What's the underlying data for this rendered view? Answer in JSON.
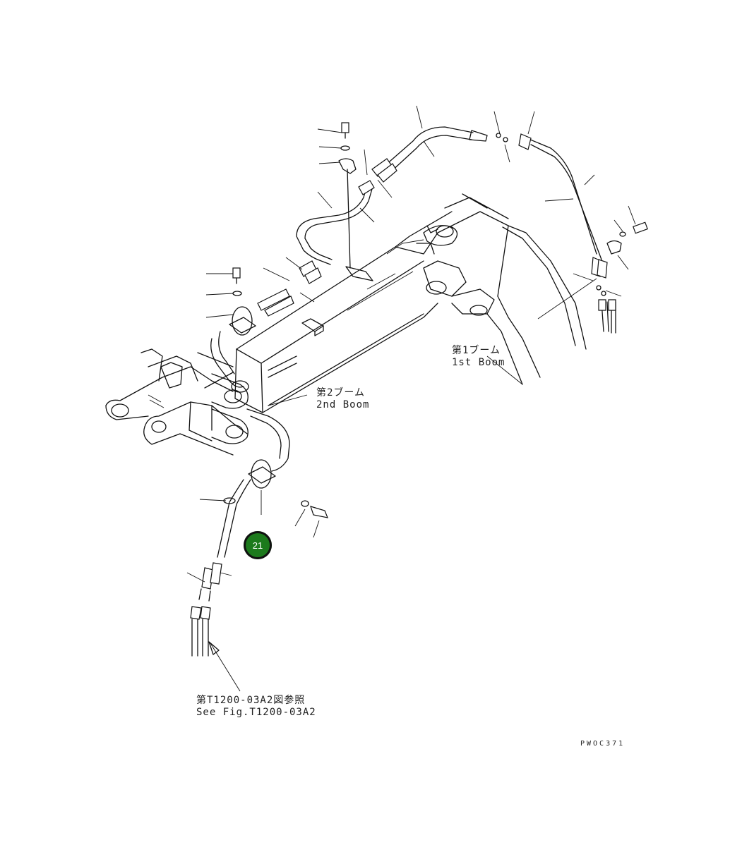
{
  "labels": {
    "boom1_jp": "第1ブーム",
    "boom1_en": "1st Boom",
    "boom2_jp": "第2ブーム",
    "boom2_en": "2nd Boom",
    "ref_jp": "第T1200-03A2図参照",
    "ref_en": "See Fig.T1200-03A2"
  },
  "drawing_code": "PWOC371",
  "callout": {
    "number": "21",
    "color": "#1c7a1c"
  }
}
